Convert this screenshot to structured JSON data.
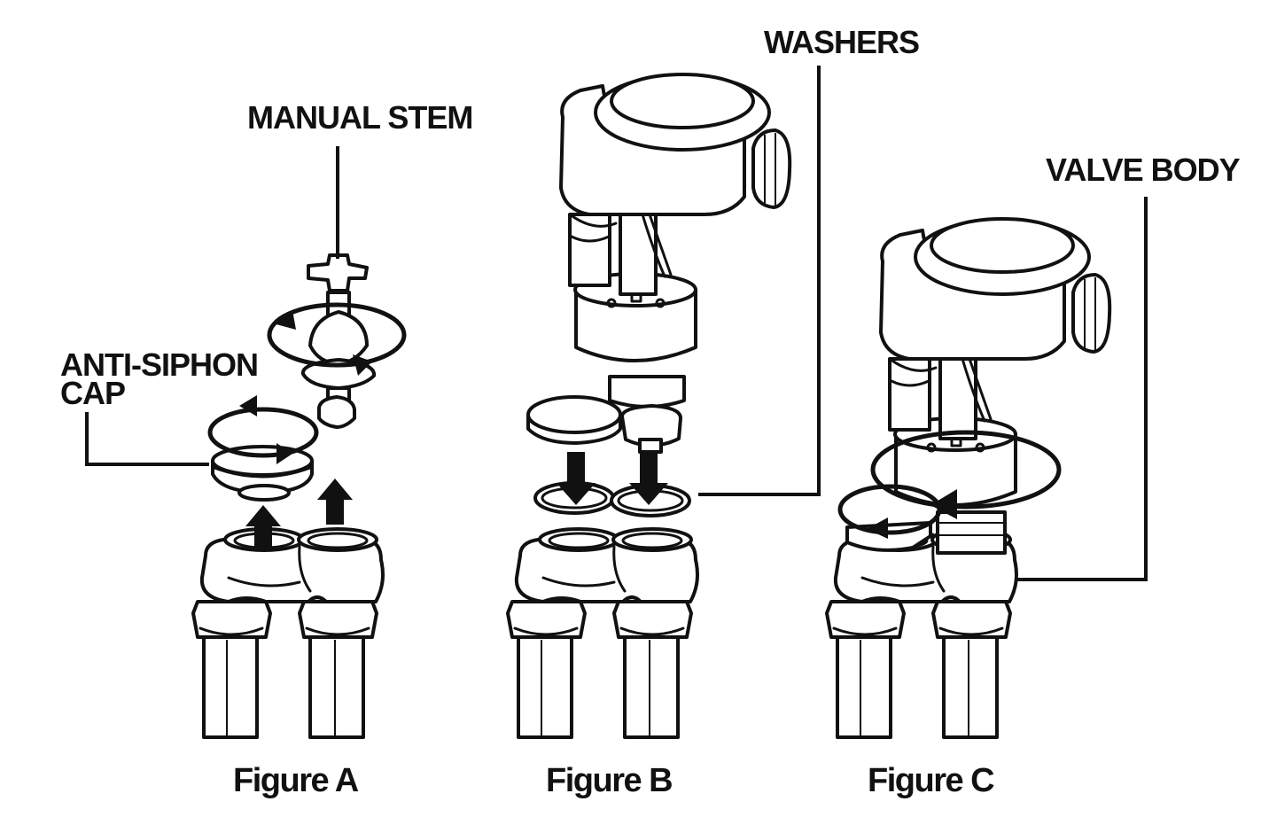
{
  "labels": {
    "manual_stem": "MANUAL STEM",
    "anti_siphon_cap_line1": "ANTI-SIPHON",
    "anti_siphon_cap_line2": "CAP",
    "washers": "WASHERS",
    "valve_body": "VALVE BODY"
  },
  "figures": [
    {
      "caption": "Figure A"
    },
    {
      "caption": "Figure B"
    },
    {
      "caption": "Figure C"
    }
  ],
  "colors": {
    "ink": "#111111",
    "paper": "#ffffff"
  }
}
